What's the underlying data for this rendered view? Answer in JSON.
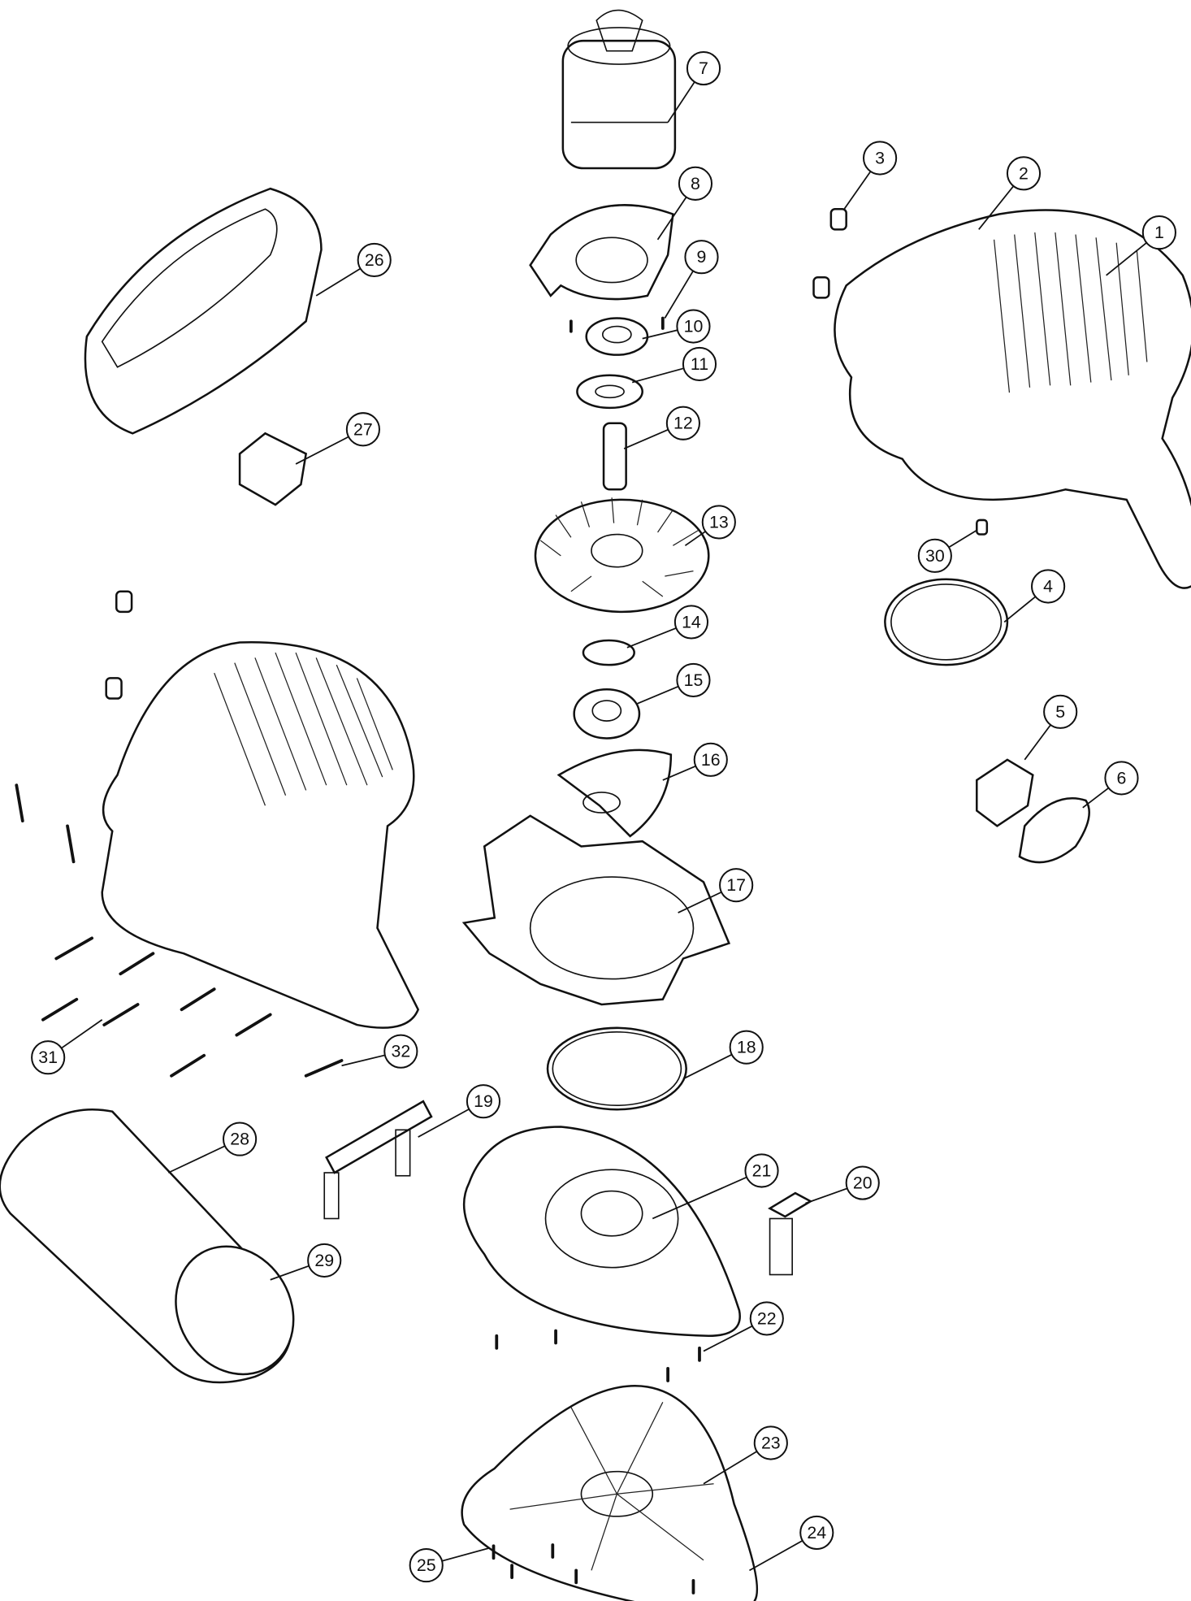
{
  "diagram": {
    "type": "exploded-parts-view",
    "callouts": [
      "1",
      "2",
      "3",
      "4",
      "5",
      "6",
      "7",
      "8",
      "9",
      "10",
      "11",
      "12",
      "13",
      "14",
      "15",
      "16",
      "17",
      "18",
      "19",
      "20",
      "21",
      "22",
      "23",
      "24",
      "25",
      "26",
      "27",
      "28",
      "29",
      "30",
      "31",
      "32"
    ]
  }
}
